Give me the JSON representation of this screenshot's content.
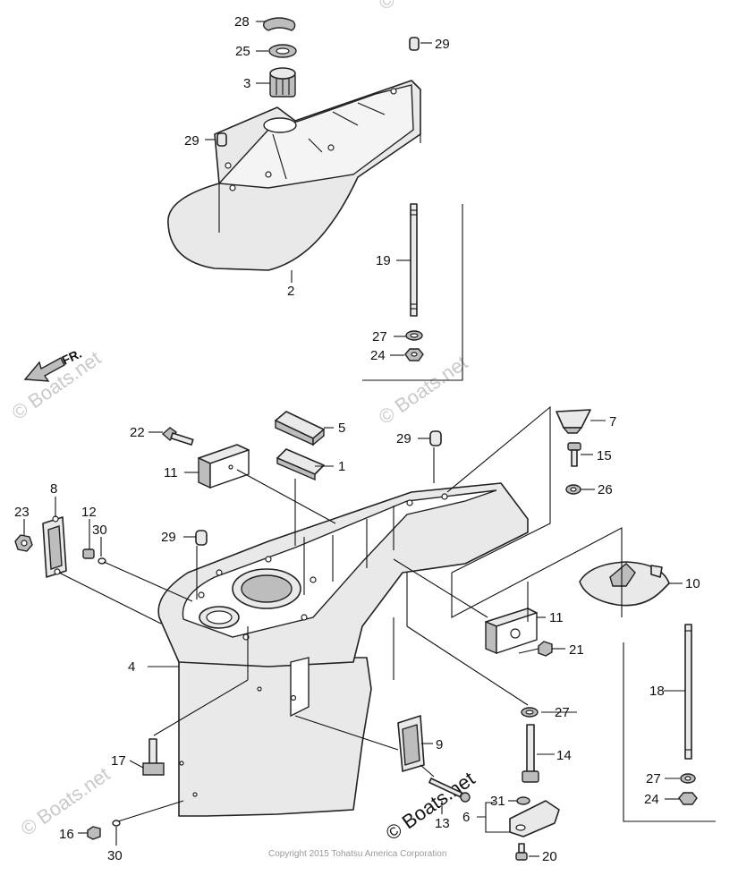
{
  "diagram": {
    "callouts": {
      "p1": "1",
      "p2": "2",
      "p3": "3",
      "p4": "4",
      "p5": "5",
      "p6": "6",
      "p7": "7",
      "p8": "8",
      "p9": "9",
      "p10": "10",
      "p11a": "11",
      "p11b": "11",
      "p12": "12",
      "p13": "13",
      "p14": "14",
      "p15": "15",
      "p16": "16",
      "p17": "17",
      "p18": "18",
      "p19": "19",
      "p20": "20",
      "p21": "21",
      "p22": "22",
      "p23": "23",
      "p24a": "24",
      "p24b": "24",
      "p25": "25",
      "p26": "26",
      "p27a": "27",
      "p27b": "27",
      "p27c": "27",
      "p28": "28",
      "p29a": "29",
      "p29b": "29",
      "p29c": "29",
      "p29d": "29",
      "p30a": "30",
      "p30b": "30",
      "p31": "31"
    },
    "direction_label": "FR.",
    "watermarks": {
      "wm1": "© Boats.net",
      "wm2": "© Boats.net",
      "wm3": "© Boats.net",
      "wm4": "© Boats.net",
      "wm_main": "© Boats.net"
    },
    "copyright": "Copyright 2015 Tohatsu America Corporation"
  }
}
